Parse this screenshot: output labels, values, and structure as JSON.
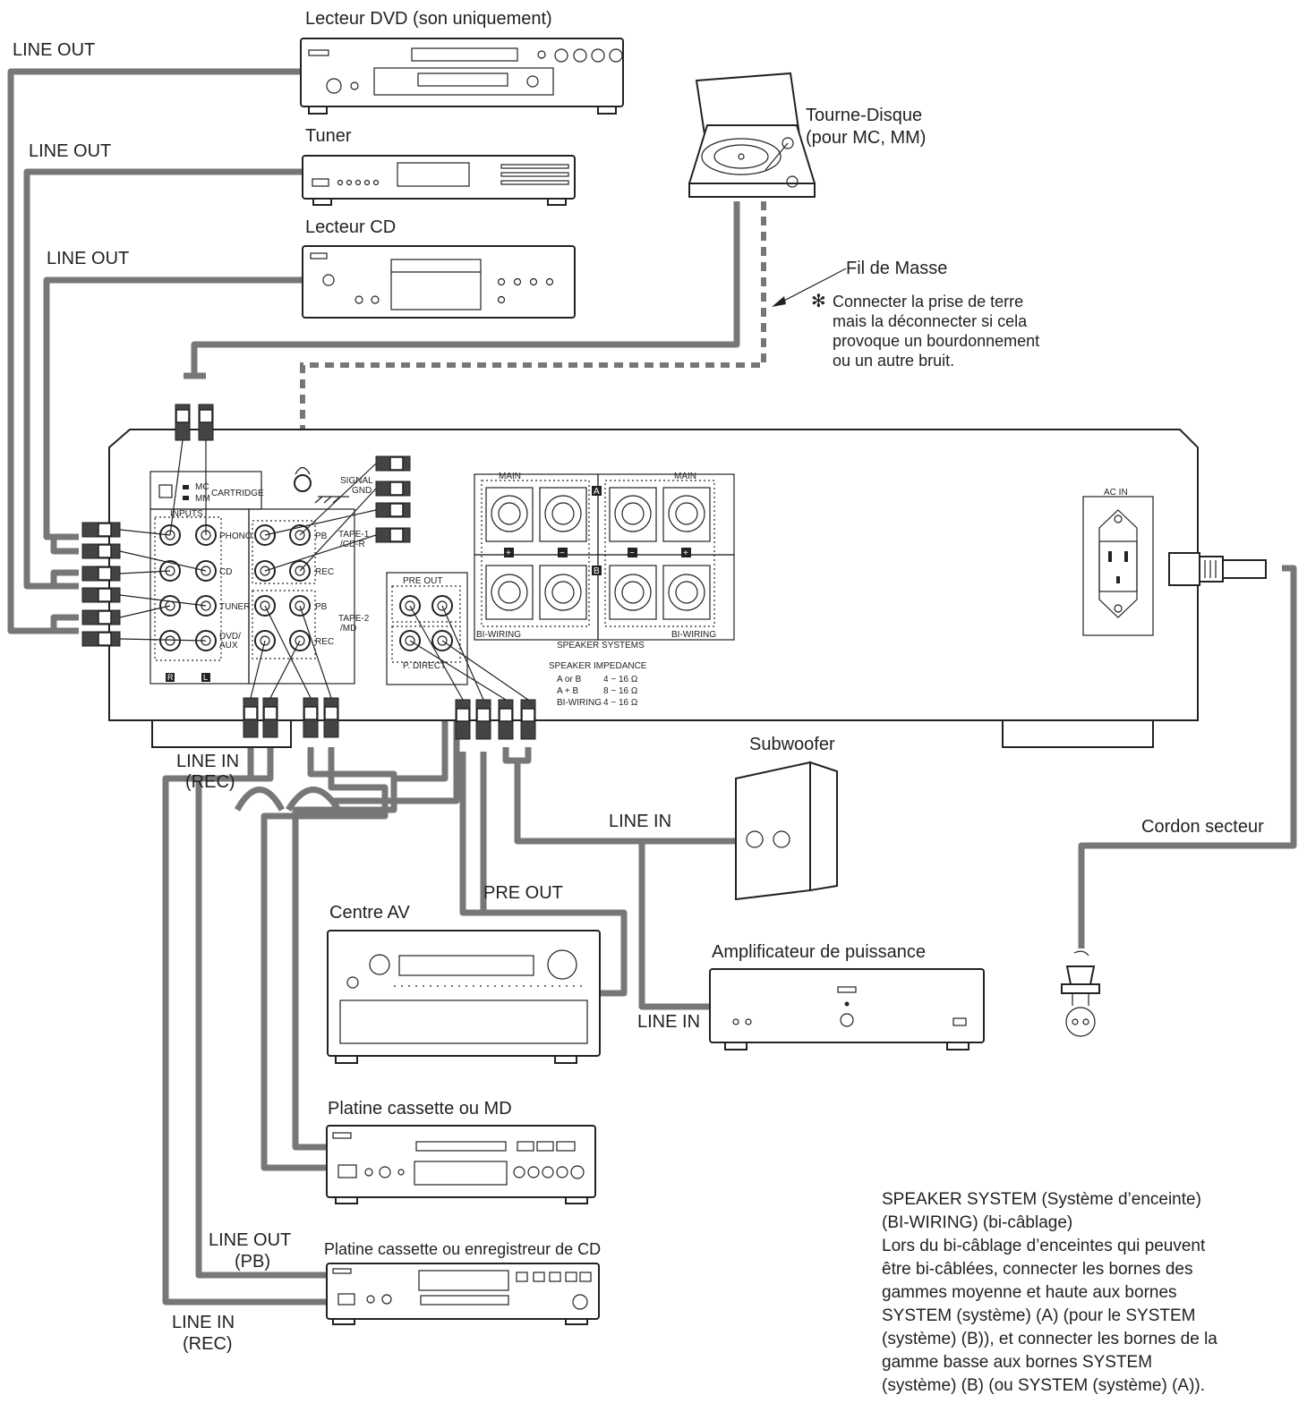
{
  "devices": {
    "dvd": "Lecteur DVD (son uniquement)",
    "tuner": "Tuner",
    "cd": "Lecteur CD",
    "turntable_l1": "Tourne-Disque",
    "turntable_l2": "(pour MC, MM)",
    "subwoofer": "Subwoofer",
    "av_center": "Centre AV",
    "power_amp": "Amplificateur de puissance",
    "tape_md": "Platine cassette ou MD",
    "tape_cdr": "Platine cassette ou enregistreur de CD",
    "mains_cord": "Cordon secteur"
  },
  "cables": {
    "line_out_dvd": "LINE OUT",
    "line_out_tuner": "LINE OUT",
    "line_out_cd": "LINE OUT",
    "line_in_rec_l1": "LINE IN",
    "line_in_rec_l2": "(REC)",
    "line_in_sub": "LINE IN",
    "pre_out": "PRE OUT",
    "line_in_amp": "LINE IN",
    "line_out_pb_l1": "LINE OUT",
    "line_out_pb_l2": "(PB)",
    "line_in_rec2_l1": "LINE IN",
    "line_in_rec2_l2": "(REC)"
  },
  "ground": {
    "title": "Fil de Masse",
    "star": "✻",
    "l1": "Connecter la prise de terre",
    "l2": "mais la déconnecter si cela",
    "l3": "provoque un bourdonnement",
    "l4": "ou un autre bruit."
  },
  "panel": {
    "mc": "MC",
    "mm": "MM",
    "cartridge": "CARTRIDGE",
    "signal": "SIGNAL",
    "gnd": "GND",
    "inputs": "INPUTS",
    "phono": "PHONO",
    "cd": "CD",
    "tuner": "TUNER",
    "dvd": "DVD/",
    "aux": "AUX",
    "pb1": "PB",
    "tape1": "TAPE-1",
    "cdr": "/CD-R",
    "rec1": "REC",
    "pb2": "PB",
    "tape2": "TAPE-2",
    "md": "/MD",
    "rec2": "REC",
    "pre_out": "PRE OUT",
    "p_direct": "P. DIRECT",
    "main_r": "MAIN",
    "main_l": "MAIN",
    "bi_wiring_r": "BI-WIRING",
    "bi_wiring_l": "BI-WIRING",
    "speaker_systems": "SPEAKER SYSTEMS",
    "speaker_impedance": "SPEAKER IMPEDANCE",
    "imp_row1_a": "A or B",
    "imp_row1_b": "4 ~ 16 Ω",
    "imp_row2_a": "A + B",
    "imp_row2_b": "8 ~ 16 Ω",
    "imp_row3_a": "BI-WIRING",
    "imp_row3_b": "4 ~ 16 Ω",
    "ac_in": "AC IN",
    "r": "R",
    "l": "L",
    "a": "A",
    "b": "B",
    "plus": "+",
    "minus": "−"
  },
  "note": {
    "l1": "SPEAKER SYSTEM (Système d’enceinte)",
    "l2": "(BI-WIRING) (bi-câblage)",
    "l3": "Lors du bi-câblage d’enceintes qui peuvent",
    "l4": "être bi-câblées, connecter les bornes des",
    "l5": "gammes moyenne et haute aux bornes",
    "l6": "SYSTEM (système) (A) (pour le SYSTEM",
    "l7": "(système) (B)), et connecter les bornes de la",
    "l8": "gamme basse aux bornes SYSTEM",
    "l9": "(système) (B) (ou SYSTEM (système) (A))."
  }
}
